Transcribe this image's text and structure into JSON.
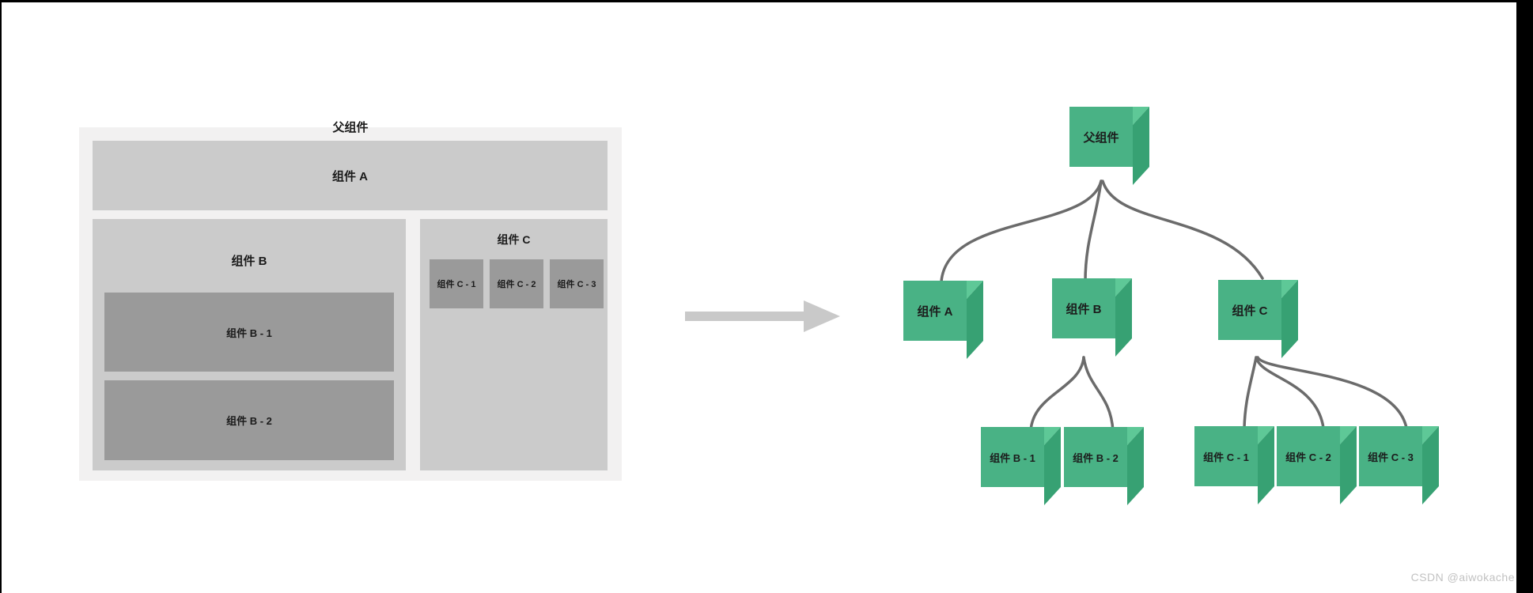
{
  "left_panel": {
    "title": "父组件",
    "component_a": {
      "label": "组件 A"
    },
    "component_b": {
      "label": "组件 B",
      "children": [
        {
          "label": "组件 B - 1"
        },
        {
          "label": "组件 B - 2"
        }
      ]
    },
    "component_c": {
      "label": "组件 C",
      "children": [
        {
          "label": "组件 C - 1"
        },
        {
          "label": "组件 C - 2"
        },
        {
          "label": "组件 C - 3"
        }
      ]
    },
    "colors": {
      "panel_bg": "#f2f1f1",
      "box_bg": "#cbcbcb",
      "inner_box_bg": "#9a9a9a",
      "text": "#1a1a1a"
    }
  },
  "arrow": {
    "direction": "right",
    "color": "#c9c9c9"
  },
  "tree": {
    "root": {
      "label": "父组件"
    },
    "level1": [
      {
        "label": "组件 A"
      },
      {
        "label": "组件 B"
      },
      {
        "label": "组件 C"
      }
    ],
    "children_b": [
      {
        "label": "组件 B - 1"
      },
      {
        "label": "组件 B - 2"
      }
    ],
    "children_c": [
      {
        "label": "组件 C - 1"
      },
      {
        "label": "组件 C - 2"
      },
      {
        "label": "组件 C - 3"
      }
    ],
    "cube_colors": {
      "front": "#49b285",
      "top": "#5ec897",
      "side": "#37a173"
    },
    "connector_color": "#6b6b6b",
    "frame_color": "#000000"
  },
  "watermark": {
    "text": "CSDN @aiwokache",
    "color": "#c2c2c2"
  }
}
